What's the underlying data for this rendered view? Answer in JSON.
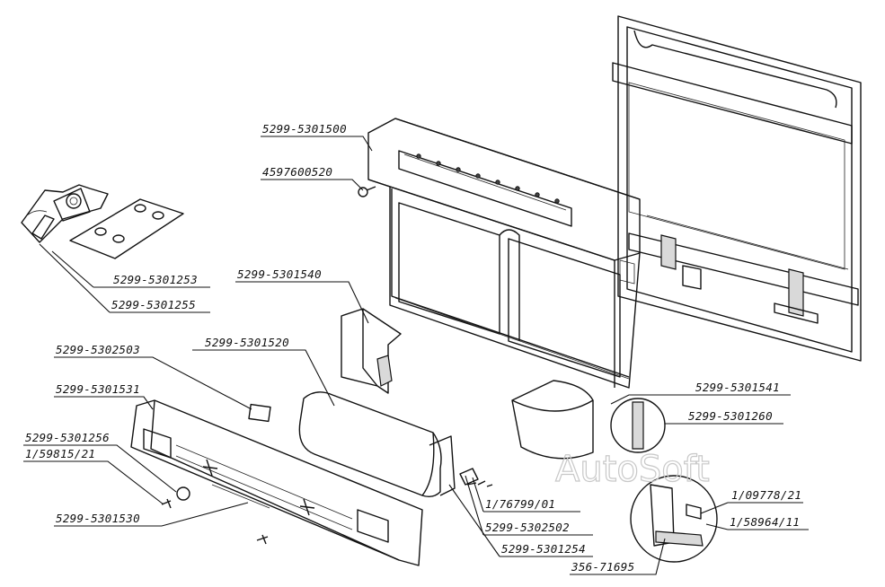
{
  "labels": [
    {
      "id": "l1500",
      "text": "5299-5301500"
    },
    {
      "id": "l0520",
      "text": "4597600520"
    },
    {
      "id": "l1253",
      "text": "5299-5301253"
    },
    {
      "id": "l1255",
      "text": "5299-5301255"
    },
    {
      "id": "l1540",
      "text": "5299-5301540"
    },
    {
      "id": "l1520",
      "text": "5299-5301520"
    },
    {
      "id": "l2503",
      "text": "5299-5302503"
    },
    {
      "id": "l1531",
      "text": "5299-5301531"
    },
    {
      "id": "l1256",
      "text": "5299-5301256"
    },
    {
      "id": "l59815",
      "text": "1/59815/21"
    },
    {
      "id": "l1530",
      "text": "5299-5301530"
    },
    {
      "id": "l76799",
      "text": "1/76799/01"
    },
    {
      "id": "l2502",
      "text": "5299-5302502"
    },
    {
      "id": "l1254",
      "text": "5299-5301254"
    },
    {
      "id": "l71695",
      "text": "356-71695"
    },
    {
      "id": "l1541",
      "text": "5299-5301541"
    },
    {
      "id": "l1260",
      "text": "5299-5301260"
    },
    {
      "id": "l09778",
      "text": "1/09778/21"
    },
    {
      "id": "l58964",
      "text": "1/58964/11"
    }
  ],
  "watermark": "AutoSoft"
}
